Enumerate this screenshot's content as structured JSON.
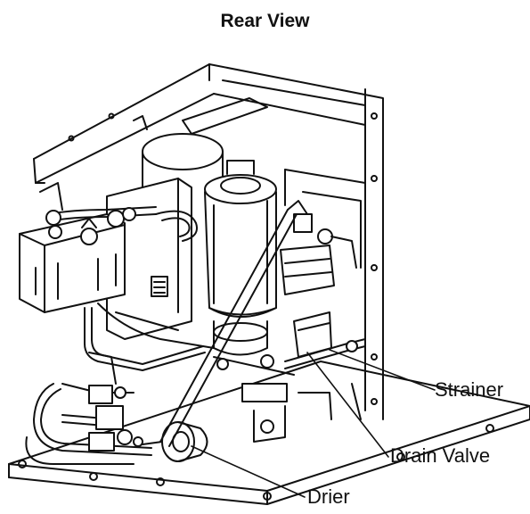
{
  "title": "Rear View",
  "callouts": {
    "strainer": "Strainer",
    "drain_valve": "Drain Valve",
    "drier": "Drier"
  },
  "colors": {
    "line": "#111111",
    "background": "#ffffff"
  }
}
